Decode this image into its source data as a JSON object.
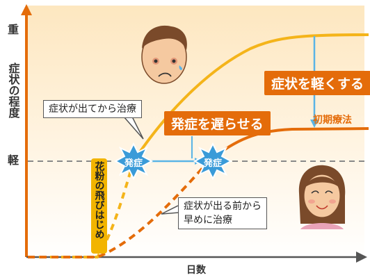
{
  "axes": {
    "y_label": "症状の程度",
    "y_top": "重",
    "y_mid": "軽",
    "x_label": "日数"
  },
  "labels": {
    "callout_after": "症状が出てから治療",
    "callout_before_line1": "症状が出る前から",
    "callout_before_line2": "早めに治療",
    "delay_onset": "発症を遅らせる",
    "reduce_symptoms": "症状を軽くする",
    "initial_therapy": "初期療法",
    "onset_1": "発症",
    "onset_2": "発症",
    "pollen_start": "花粉の飛びはじめ"
  },
  "colors": {
    "yellow_curve": "#f4b41a",
    "orange_curve": "#e46c0a",
    "arrow_blue": "#5ab4e6",
    "background_top": "#fde8c2",
    "burst": "#3a9bd8"
  },
  "icons": {
    "sad_man": "crying-man-face",
    "happy_woman": "smiling-woman-face"
  }
}
